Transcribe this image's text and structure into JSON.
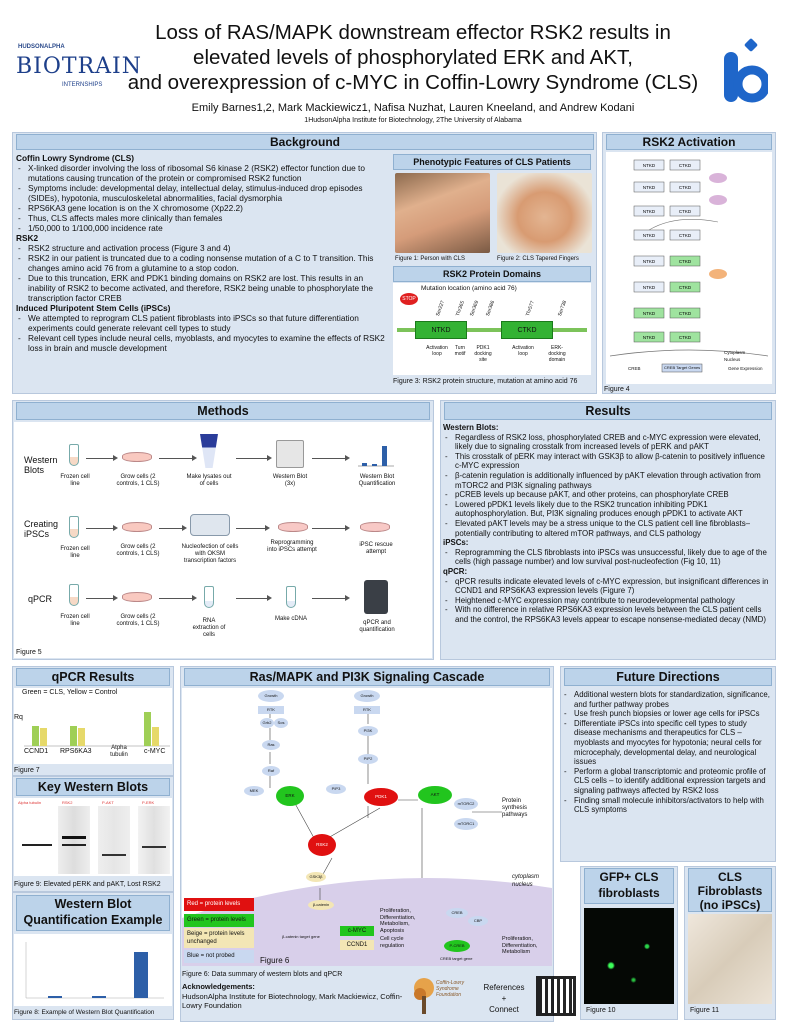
{
  "header": {
    "title_line1": "Loss of RAS/MAPK downstream effector RSK2 results in",
    "title_line2": "elevated levels of phosphorylated ERK and AKT,",
    "title_line3": "and overexpression of c-MYC in Coffin-Lowry Syndrome (CLS)",
    "authors": "Emily Barnes1,2, Mark Mackiewicz1, Nafisa Nuzhat, Lauren Kneeland, and Andrew Kodani",
    "affiliations": "1HudsonAlpha Institute for Biotechnology, 2The University of Alabama",
    "logo_left_small": "HUDSONALPHA",
    "logo_left_big": "BIOTRAIN",
    "logo_left_sub": "INTERNSHIPS"
  },
  "background": {
    "heading": "Background",
    "cls_heading": "Coffin Lowry Syndrome (CLS)",
    "cls_items": [
      "X-linked disorder involving the loss of ribosomal S6 kinase 2 (RSK2) effector function due to mutations causing truncation of the protein or compromised RSK2 function",
      "Symptoms include: developmental delay, intellectual delay, stimulus-induced drop episodes (SIDEs), hypotonia, musculoskeletal abnormalities, facial dysmorphia",
      "RPS6KA3 gene location is on the X chromosome (Xp22.2)",
      "Thus, CLS affects males more clinically than females",
      "1/50,000 to 1/100,000 incidence rate"
    ],
    "rsk2_heading": "RSK2",
    "rsk2_items": [
      "RSK2 structure and activation process (Figure 3 and 4)",
      "RSK2 in our patient is truncated due to a coding nonsense mutation of a C to T transition. This changes amino acid 76 from a glutamine to a stop codon.",
      "Due to this truncation, ERK and PDK1 binding domains on RSK2 are lost. This results in an inability of RSK2 to become activated, and therefore, RSK2 being unable to phosphorylate the transcription factor CREB"
    ],
    "ipsc_heading": "Induced Pluripotent Stem Cells (iPSCs)",
    "ipsc_items": [
      "We attempted to reprogram CLS patient fibroblasts into iPSCs so that future differentiation experiments could generate relevant cell types to study",
      "Relevant cell types include neural cells, myoblasts, and myocytes to examine the effects of RSK2 loss in brain and muscle development"
    ],
    "phenotype_heading": "Phenotypic Features of CLS Patients",
    "fig1_caption": "Figure 1: Person with CLS",
    "fig2_caption": "Figure 2: CLS Tapered Fingers",
    "domains_heading": "RSK2 Protein Domains",
    "mutation_label": "Mutation location (amino acid 76)",
    "stop_label": "STOP",
    "ntkd": "NTKD",
    "ctkd": "CTKD",
    "sites": [
      "Ser227",
      "Thr365",
      "Ser369",
      "Ser386",
      "Thr577",
      "Ser738"
    ],
    "domain_notes": [
      "Activation loop",
      "Turn motif",
      "PDK1 docking site",
      "Activation loop",
      "ERK-docking domain"
    ],
    "fig3_caption": "Figure 3: RSK2 protein structure, mutation at amino acid 76"
  },
  "rsk2_activation": {
    "heading": "RSK2 Activation",
    "ntkd": "NTKD",
    "ctkd": "CTKD",
    "cytoplasm": "Cytoplasm",
    "nucleus": "Nucleus",
    "creb": "CREB",
    "target_genes": "CREB Target Genes",
    "gene_expression": "Gene Expression",
    "fig4_caption": "Figure 4"
  },
  "methods": {
    "heading": "Methods",
    "rows": [
      {
        "label": "Western Blots",
        "steps": [
          "Frozen cell line",
          "Grow cells (2 controls, 1 CLS)",
          "Make lysates out of cells",
          "Western Blot (3x)",
          "Western Blot Quantification"
        ]
      },
      {
        "label": "Creating iPSCs",
        "steps": [
          "Frozen cell line",
          "Grow cells (2 controls, 1 CLS)",
          "Nucleofection of cells with OKSM transcription factors",
          "Reprogramming into iPSCs attempt",
          "iPSC rescue attempt"
        ]
      },
      {
        "label": "qPCR",
        "steps": [
          "Frozen cell line",
          "Grow cells (2 controls, 1 CLS)",
          "RNA extraction of cells",
          "Make cDNA",
          "qPCR and quantification"
        ]
      }
    ],
    "fig5_caption": "Figure 5"
  },
  "results": {
    "heading": "Results",
    "wb_heading": "Western Blots:",
    "wb_items": [
      "Regardless of RSK2 loss, phosphorylated CREB and c-MYC expression were elevated, likely due to signaling crosstalk from increased levels of pERK and pAKT",
      "This crosstalk of pERK may interact with GSK3β to allow β-catenin to positively influence c-MYC expression",
      "β-catenin regulation is additionally influenced by pAKT elevation through activation from mTORC2 and PI3K signaling pathways",
      "pCREB levels up because pAKT, and other proteins, can phosphorylate CREB",
      "Lowered pPDK1 levels likely due to the RSK2 truncation inhibiting PDK1 autophosphorylation. But, PI3K signaling produces enough pPDK1 to activate AKT",
      "Elevated pAKT levels may be a stress unique to the CLS patient cell line fibroblasts–potentially contributing to altered mTOR pathways, and CLS pathology"
    ],
    "ipsc_heading": "iPSCs:",
    "ipsc_items": [
      "Reprogramming the CLS fibroblasts into iPSCs was unsuccessful, likely due to age of the cells (high passage number) and low survival post-nucleofection (Fig 10, 11)"
    ],
    "qpcr_heading": "qPCR:",
    "qpcr_items": [
      "qPCR results indicate elevated levels of c-MYC expression, but insignificant differences in CCND1 and RPS6KA3 expression levels (Figure 7)",
      "Heightened c-MYC expression may contribute to neurodevelopmental pathology",
      "With no difference in relative RPS6KA3 expression levels between the CLS patient cells and the control, the RPS6KA3 levels appear to escape nonsense-mediated decay (NMD)"
    ]
  },
  "qpcr": {
    "heading": "qPCR Results",
    "legend": "Green = CLS, Yellow = Control",
    "yaxis": "Rq",
    "fig7_caption": "Figure 7"
  },
  "western": {
    "heading": "Key Western Blots",
    "labels": [
      "Alpha tubulin",
      "RSK2",
      "P-AKT",
      "P-ERK"
    ],
    "fig9_caption": "Figure 9: Elevated pERK and pAKT, Lost RSK2"
  },
  "quant": {
    "heading_line1": "Western Blot",
    "heading_line2": "Quantification Example",
    "fig8_caption": "Figure 8: Example of Western Blot Quantification"
  },
  "cascade": {
    "heading": "Ras/MAPK and PI3K Signaling Cascade",
    "nodes": [
      "Growth Factors",
      "RTK",
      "Grb2",
      "Sos",
      "Ras",
      "Raf",
      "MEK",
      "ERK",
      "RSK2",
      "PI3K",
      "PIP2",
      "PIP3",
      "PDK1",
      "AKT",
      "mTORC2",
      "mTORC1",
      "GSK3β",
      "β-catenin",
      "c-MYC",
      "CCND1",
      "CREB",
      "CBP",
      "P-CREB"
    ],
    "protein_synthesis": "Protein synthesis pathways",
    "prolif1": "Proliferation, Differentiation, Metabolism, Apoptosis",
    "cell_cycle": "Cell cycle regulation",
    "prolif2": "Proliferation, Differentiation, Metabolism",
    "creb_target": "CREB target gene",
    "bcat_target": "β-catenin target gene",
    "cytoplasm": "cytoplasm",
    "nucleus": "nucleus",
    "legend": [
      "Red = protein levels down",
      "Green = protein levels up",
      "Beige = protein levels unchanged",
      "Blue = not probed"
    ],
    "fig6_label": "Figure 6",
    "fig6_caption": "Figure 6: Data summary of western blots and qPCR",
    "colors": {
      "up": "#22c51e",
      "down": "#e01010",
      "same": "#f3e6b5",
      "notprobed": "#c9d8f0"
    }
  },
  "acknowledgements": {
    "heading": "Acknowledgements:",
    "text": "HudsonAlpha Institute for Biotechnology, Mark Mackiewicz, Coffin-Lowry Foundation",
    "logo_text": "Coffin-Lowry Syndrome Foundation",
    "refs": "References",
    "plus": "+",
    "connect": "Connect"
  },
  "future": {
    "heading": "Future Directions",
    "items": [
      "Additional western blots for standardization, significance, and further pathway probes",
      "Use fresh punch biopsies or lower age cells for iPSCs",
      "Differentiate iPSCs into specific cell types to study disease mechanisms and therapeutics for CLS – myoblasts and myocytes for hypotonia; neural cells for microcephaly, developmental delay, and neurological issues",
      "Perform a global transcriptomic and proteomic profile of CLS cells – to identify additional expression targets and signaling pathways affected by RSK2 loss",
      "Finding small molecule inhibitors/activators to help with CLS symptoms"
    ]
  },
  "gfp": {
    "heading": "GFP+ CLS fibroblasts",
    "caption": "Figure 10"
  },
  "cls_fib": {
    "heading": "CLS Fibroblasts (no iPSCs)",
    "caption": "Figure 11"
  }
}
